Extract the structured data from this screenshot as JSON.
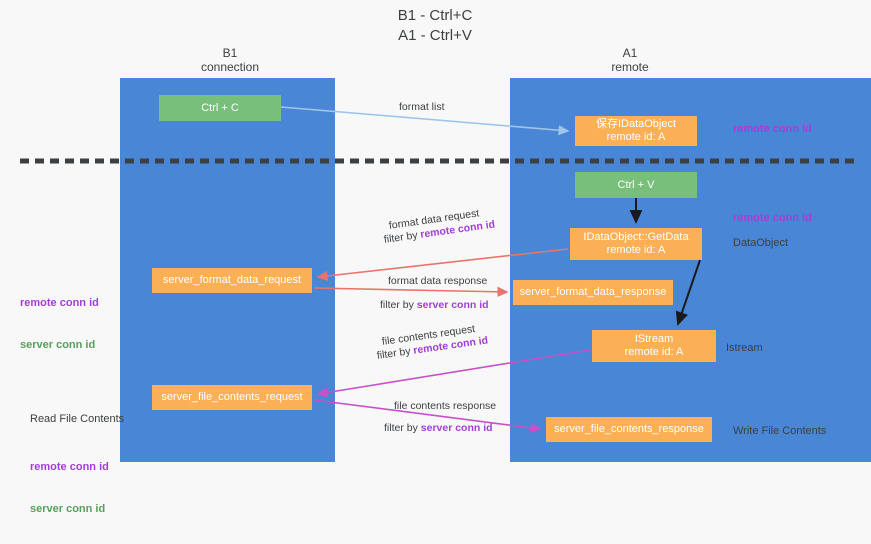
{
  "diagram": {
    "title": "B1 - Ctrl+C\nA1 - Ctrl+V",
    "lanes": [
      {
        "id": "b1",
        "title": "B1\nconnection",
        "color": "#4a86d6"
      },
      {
        "id": "a1",
        "title": "A1\nremote",
        "color": "#4a86d6"
      }
    ],
    "divider": {
      "style": "dashed",
      "color": "#3c4043"
    },
    "colors": {
      "lane": "#4a86d6",
      "node_green": "#78c07a",
      "node_orange": "#fbb056",
      "accent_purple": "#a23fd4",
      "accent_green": "#57a05c",
      "arrow_blue": "#9fc6ea",
      "arrow_red": "#e8756b",
      "arrow_magenta": "#c850c8",
      "arrow_black": "#1a1a1a",
      "background": "#f8f8f8"
    },
    "nodes": [
      {
        "id": "ctrl-c",
        "label": "Ctrl + C",
        "kind": "green",
        "lane": "b1"
      },
      {
        "id": "idataobject",
        "label": "保存IDataObject\nremote id: A",
        "kind": "orange",
        "lane": "a1"
      },
      {
        "id": "ctrl-v",
        "label": "Ctrl + V",
        "kind": "green",
        "lane": "a1"
      },
      {
        "id": "getdata",
        "label": "IDataObject::GetData\nremote id: A",
        "kind": "orange",
        "lane": "a1"
      },
      {
        "id": "server-format-data-request",
        "label": "server_format_data_request",
        "kind": "orange",
        "lane": "b1"
      },
      {
        "id": "server-format-data-response",
        "label": "server_format_data_response",
        "kind": "orange",
        "lane": "a1"
      },
      {
        "id": "istream",
        "label": "IStream\nremote id: A",
        "kind": "orange",
        "lane": "a1"
      },
      {
        "id": "server-file-contents-request",
        "label": "server_file_contents_request",
        "kind": "orange",
        "lane": "b1"
      },
      {
        "id": "server-file-contents-response",
        "label": "server_file_contents_response",
        "kind": "orange",
        "lane": "a1"
      }
    ],
    "edge_labels": {
      "format_list": "format list",
      "format_data_request": "format data request",
      "format_data_request_filter_prefix": "filter by ",
      "format_data_request_filter_key": "remote conn id",
      "format_data_response": "format data response",
      "format_data_response_filter_prefix": "filter by ",
      "format_data_response_filter_key": "server conn id",
      "file_contents_request": "file contents request",
      "file_contents_request_filter_prefix": "filter by ",
      "file_contents_request_filter_key": "remote conn id",
      "file_contents_response": "file contents response",
      "file_contents_response_filter_prefix": "filter by ",
      "file_contents_response_filter_key": "server conn id"
    },
    "annotations_right": {
      "remote_conn_id_top": "remote conn id",
      "remote_conn_id_mid": "remote conn id",
      "dataobject": "DataObject",
      "istream": "Istream",
      "write_file_contents": "Write File Contents"
    },
    "annotations_left": {
      "remote_conn_id": "remote conn id",
      "server_conn_id": "server conn id",
      "read_file_contents": "Read File Contents",
      "remote_conn_id_2": "remote conn id",
      "server_conn_id_2": "server conn id"
    }
  }
}
